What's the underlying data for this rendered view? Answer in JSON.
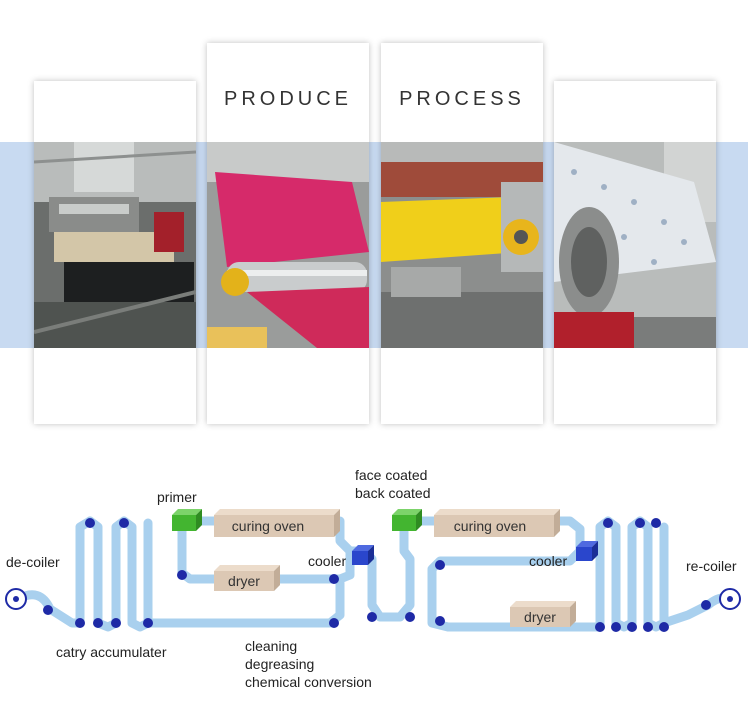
{
  "headings": {
    "produce": "PRODUCE",
    "process": "PROCESS"
  },
  "photos": [
    {
      "name": "coating-line-machine"
    },
    {
      "name": "red-coil-production"
    },
    {
      "name": "yellow-coil-processing"
    },
    {
      "name": "printed-coil-roll"
    }
  ],
  "diagram": {
    "labels": {
      "decoiler": "de-coiler",
      "accumulator": "catry accumulater",
      "primer": "primer",
      "curing_oven_1": "curing oven",
      "dryer_1": "dryer",
      "cooler_1": "cooler",
      "face_coated": "face coated",
      "back_coated": "back coated",
      "curing_oven_2": "curing oven",
      "cooler_2": "cooler",
      "dryer_2": "dryer",
      "recoiler": "re-coiler",
      "cleaning": "cleaning",
      "degreasing": "degreasing",
      "chemical_conversion": "chemical conversion"
    },
    "colors": {
      "strip": "#a9d0ee",
      "roller": "#1e2aa6",
      "coater": "#43b530",
      "cooler": "#2a46cc",
      "box_fill": "#dcc8b4"
    }
  }
}
